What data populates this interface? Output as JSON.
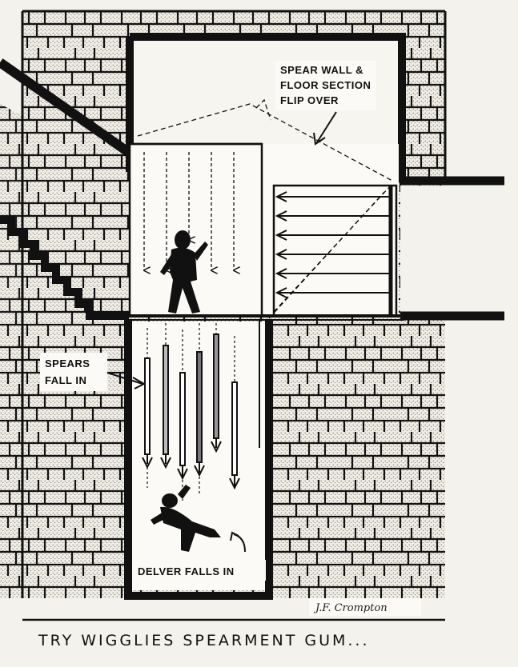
{
  "labels": {
    "flip": [
      "SPEAR WALL &",
      "FLOOR SECTION",
      "FLIP OVER"
    ],
    "spears": [
      "SPEARS",
      "FALL IN"
    ],
    "delver": "DELVER FALLS IN",
    "signature": "J.F. Crompton"
  },
  "caption": "TRY WIGGLIES SPEARMENT GUM...",
  "colors": {
    "ink": "#111111",
    "paper": "#f4f2ec",
    "stone": "#ece9e0"
  }
}
